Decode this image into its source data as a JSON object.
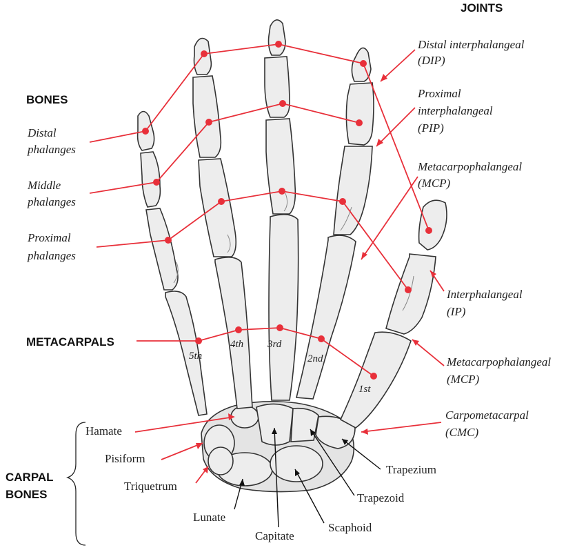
{
  "headings": {
    "joints": "JOINTS",
    "bones": "BONES",
    "metacarpals": "METACARPALS",
    "carpal_line1": "CARPAL",
    "carpal_line2": "BONES"
  },
  "joint_labels": {
    "dip": [
      "Distal interphalangeal",
      "(DIP)"
    ],
    "pip": [
      "Proximal",
      "interphalangeal",
      "(PIP)"
    ],
    "mcp": [
      "Metacarpophalangeal",
      "(MCP)"
    ],
    "ip": [
      "Interphalangeal",
      "(IP)"
    ],
    "thumb_mcp": [
      "Metacarpophalangeal",
      "(MCP)"
    ],
    "cmc": [
      "Carpometacarpal",
      "(CMC)"
    ]
  },
  "bone_labels": {
    "distal": [
      "Distal",
      "phalanges"
    ],
    "middle": [
      "Middle",
      "phalanges"
    ],
    "proximal": [
      "Proximal",
      "phalanges"
    ]
  },
  "metacarpal_numbers": [
    "5th",
    "4th",
    "3rd",
    "2nd",
    "1st"
  ],
  "carpal_labels": {
    "hamate": "Hamate",
    "pisiform": "Pisiform",
    "triquetrum": "Triquetrum",
    "lunate": "Lunate",
    "capitate": "Capitate",
    "scaphoid": "Scaphoid",
    "trapezoid": "Trapezoid",
    "trapezium": "Trapezium"
  },
  "colors": {
    "accent": "#e8303a",
    "bone_fill": "#ededed",
    "outline": "#333333",
    "text": "#222222"
  }
}
